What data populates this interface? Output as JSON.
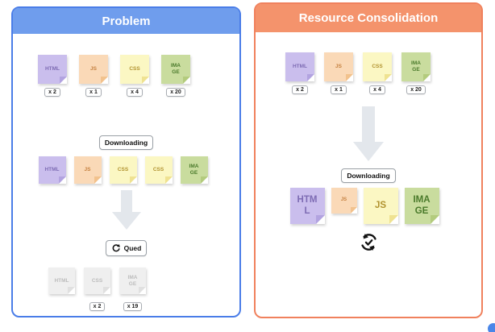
{
  "canvas": {
    "background": "#ffffff"
  },
  "arrow_color": "#e3e7ec",
  "corner_dot_color": "#4a86e8",
  "note_colors": {
    "html": {
      "bg": "#cabeed",
      "text": "#7e6cb4"
    },
    "js": {
      "bg": "#fad9b7",
      "text": "#c5803f"
    },
    "css": {
      "bg": "#fbf7c3",
      "text": "#b1922f"
    },
    "image": {
      "bg": "#c9dc9e",
      "text": "#4a7a2b"
    },
    "faded": {
      "bg": "#efefef",
      "text": "#bcbcbc"
    }
  },
  "problem_panel": {
    "title": "Problem",
    "border_color": "#4a7de8",
    "header_bg": "#6f9ded",
    "source_notes": [
      {
        "type": "html",
        "label": "HTML",
        "count": "x 2"
      },
      {
        "type": "js",
        "label": "JS",
        "count": "x 1"
      },
      {
        "type": "css",
        "label": "CSS",
        "count": "x 4"
      },
      {
        "type": "image",
        "label": "IMA\nGE",
        "count": "x 20"
      }
    ],
    "downloading_label": "Downloading",
    "downloading_notes": [
      {
        "type": "html",
        "label": "HTML"
      },
      {
        "type": "js",
        "label": "JS"
      },
      {
        "type": "css",
        "label": "CSS"
      },
      {
        "type": "css",
        "label": "CSS"
      },
      {
        "type": "image",
        "label": "IMA\nGE"
      }
    ],
    "queued_label": "Qued",
    "queued_icon": "refresh-arrows-icon",
    "queued_notes": [
      {
        "type": "faded",
        "label": "HTML"
      },
      {
        "type": "faded",
        "label": "CSS",
        "count": "x 2"
      },
      {
        "type": "faded",
        "label": "IMA\nGE",
        "count": "x 19"
      }
    ]
  },
  "consolidation_panel": {
    "title": "Resource Consolidation",
    "border_color": "#f0815d",
    "header_bg": "#f4936c",
    "source_notes": [
      {
        "type": "html",
        "label": "HTML",
        "count": "x 2"
      },
      {
        "type": "js",
        "label": "JS",
        "count": "x 1"
      },
      {
        "type": "css",
        "label": "CSS",
        "count": "x 4"
      },
      {
        "type": "image",
        "label": "IMA\nGE",
        "count": "x 20"
      }
    ],
    "downloading_label": "Downloading",
    "consolidated_notes": [
      {
        "type": "html",
        "label": "HTM\nL",
        "size": "big"
      },
      {
        "type": "js",
        "label": "JS",
        "size": "small"
      },
      {
        "type": "css",
        "label": "JS",
        "size": "big"
      },
      {
        "type": "image",
        "label": "IMA\nGE",
        "size": "big"
      }
    ],
    "loop_icon": "sync-check-icon"
  }
}
